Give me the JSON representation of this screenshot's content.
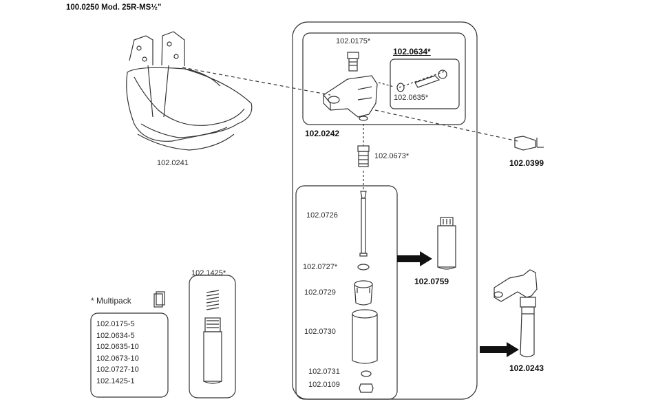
{
  "title": "100.0250 Mod. 25R-MS½\"",
  "parts": {
    "bowl": "102.0241",
    "spring_top": "102.0175*",
    "valve_kit": "102.0634*",
    "screw": "102.0635*",
    "valve_body": "102.0242",
    "plug": "102.0399",
    "adapter": "102.0673*",
    "pin": "102.0726",
    "washer": "102.0727*",
    "sleeve_small": "102.0729",
    "tube": "102.0730",
    "ring": "102.0731",
    "nut": "102.0109",
    "assembly_tube": "102.0759",
    "full_assembly": "102.0243",
    "spring_kit": "102.1425*"
  },
  "multipack": {
    "heading": "* Multipack",
    "icon": "multipack-icon",
    "items": [
      "102.0175-5",
      "102.0634-5",
      "102.0635-10",
      "102.0673-10",
      "102.0727-10",
      "102.1425-1"
    ]
  },
  "colors": {
    "line": "#333333",
    "fill": "#f4f4f4",
    "arrow": "#111111"
  }
}
